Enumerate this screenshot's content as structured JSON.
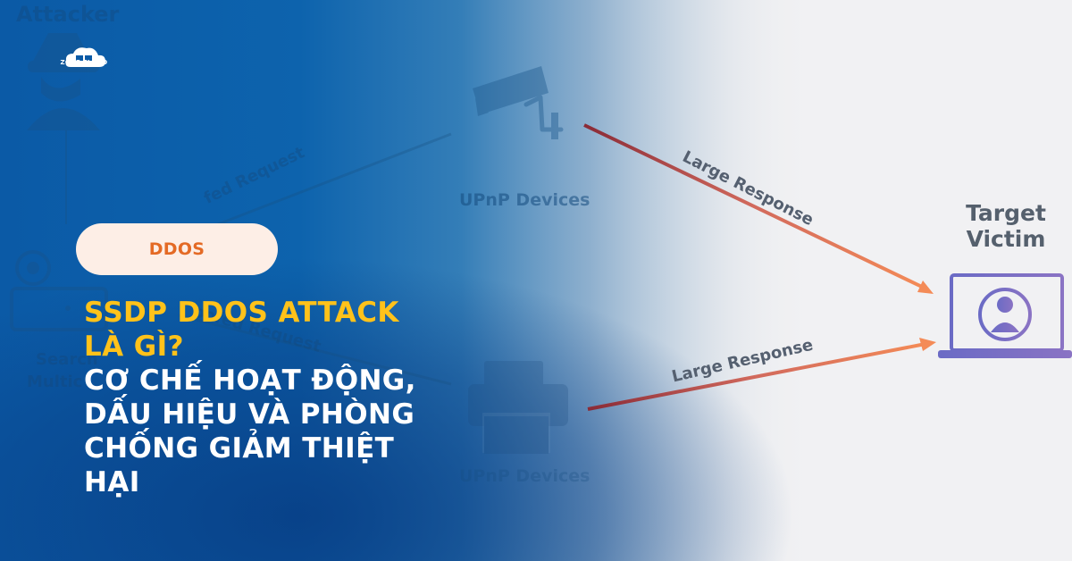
{
  "brand": {
    "logo_text": "ZONE CLOUD"
  },
  "diagram": {
    "attacker_label": "Attacker",
    "search_label": "Search",
    "multicast_label": "Multic",
    "spoofed_label_1": "fed Request",
    "spoofed_label_2": "oofed Request",
    "upnp_device_label_1": "UPnP Devices",
    "upnp_device_label_2": "UPnP Devices",
    "large_response_label_1": "Large Response",
    "large_response_label_2": "Large Response",
    "target_victim_line_1": "Target",
    "target_victim_line_2": "Victim"
  },
  "article": {
    "category": "DDOS",
    "headline_highlight_line_1": "SSDP DDOS ATTACK",
    "headline_highlight_line_2": "LÀ GÌ?",
    "headline_body_line_1": "CƠ CHẾ HOẠT ĐỘNG,",
    "headline_body_line_2": "DẤU HIỆU VÀ PHÒNG",
    "headline_body_line_3": "CHỐNG GIẢM THIỆT",
    "headline_body_line_4": "HẠI"
  },
  "colors": {
    "blue_primary": "#0b5aa6",
    "blue_deep": "#083f86",
    "highlight_yellow": "#ffc21a",
    "badge_bg": "#fdeee6",
    "badge_text": "#e46a25",
    "response_arrow": "#f08a58",
    "victim_purple": "#7b72c7"
  },
  "icons": {
    "logo": "cloud-logo-icon",
    "camera": "security-camera-icon",
    "printer": "printer-icon",
    "laptop": "laptop-icon",
    "user": "user-icon"
  }
}
